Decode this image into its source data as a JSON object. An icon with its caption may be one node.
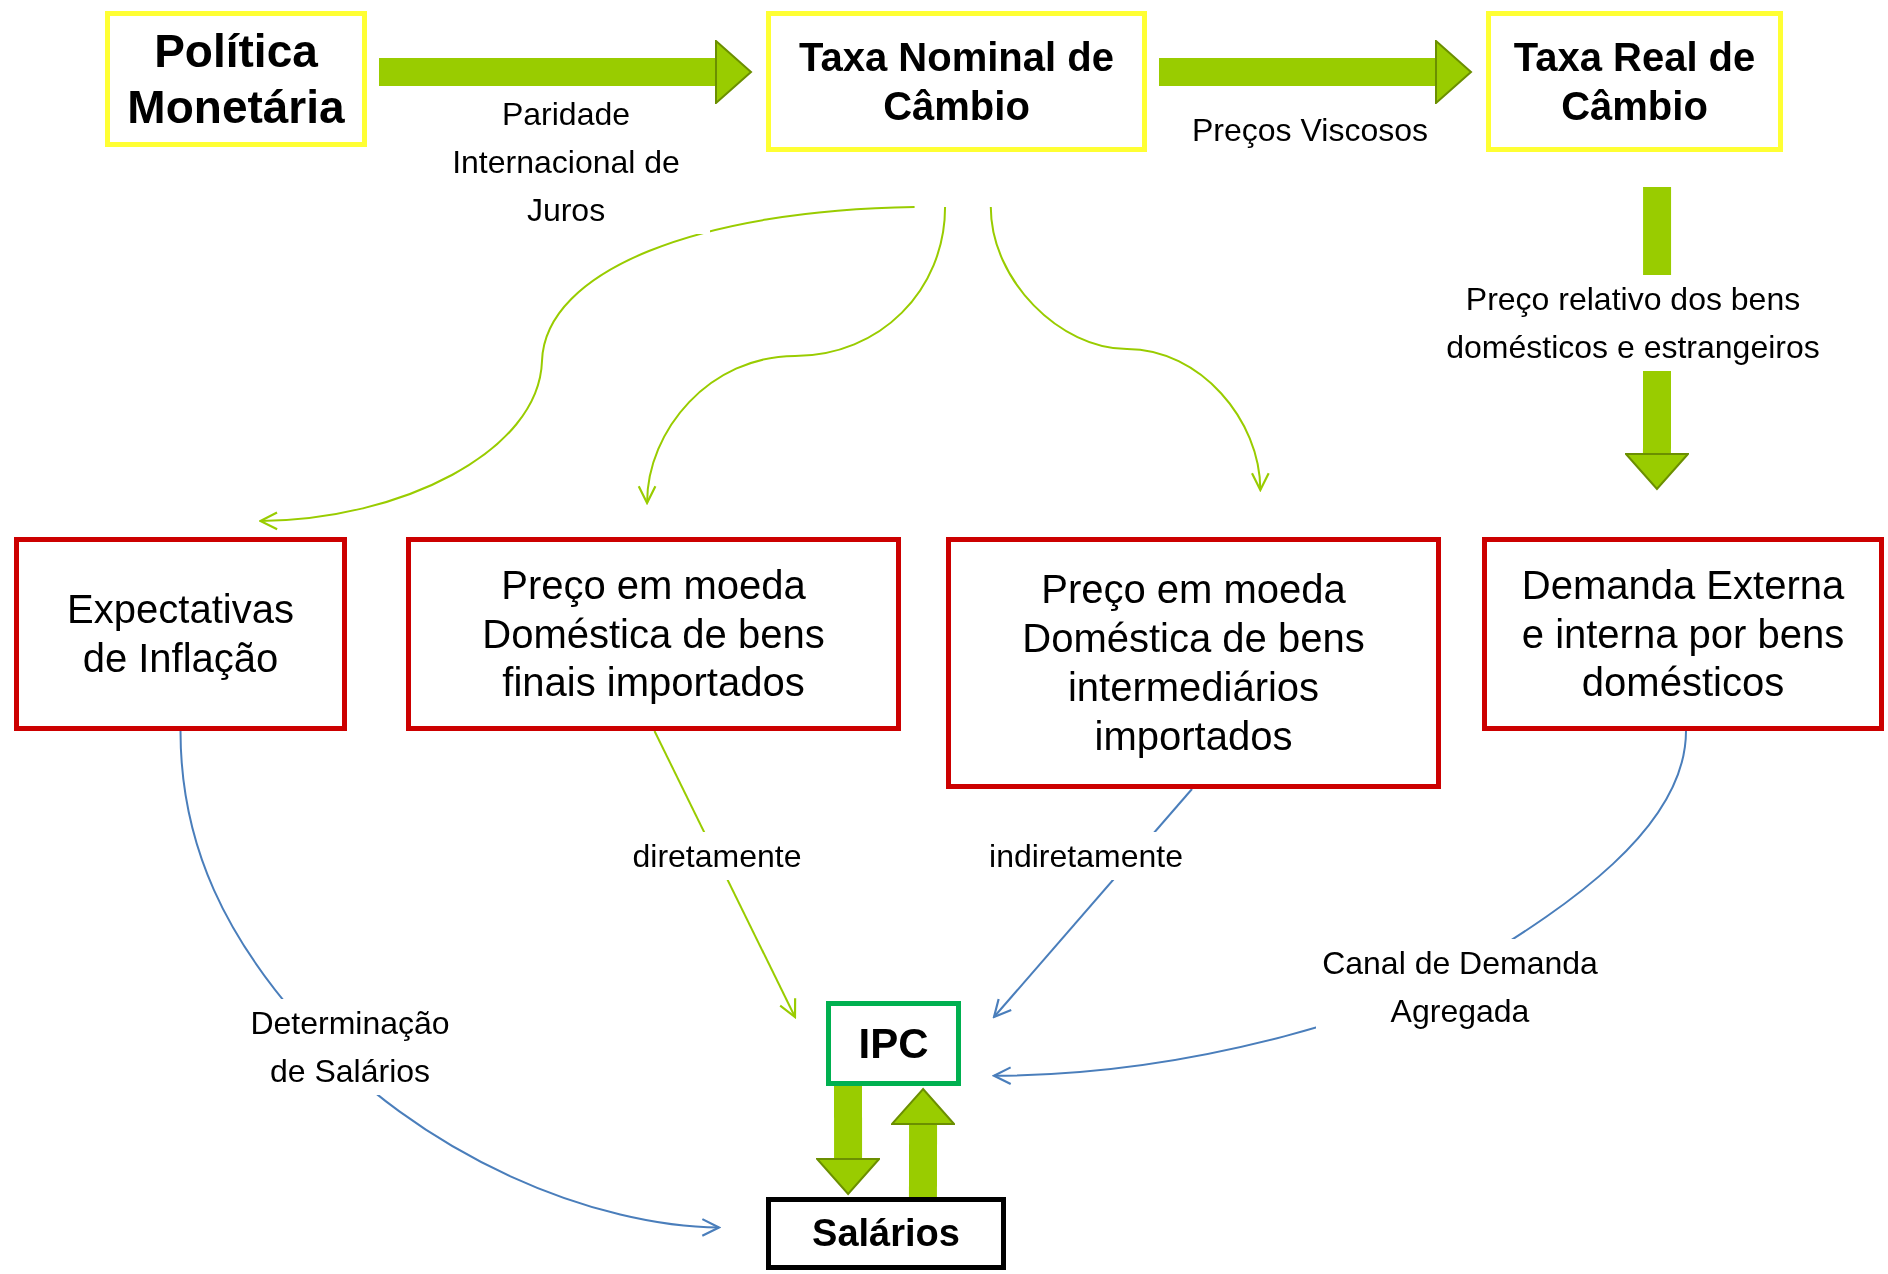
{
  "diagram": {
    "nodes": [
      {
        "text": [
          "Política Monetária"
        ]
      },
      {
        "text": [
          "Taxa Nominal de Câmbio"
        ]
      },
      {
        "text": [
          "Taxa Real de Câmbio"
        ]
      },
      {
        "text": [
          "Expectativas de Inflação"
        ]
      },
      {
        "text": [
          "Preço em moeda Doméstica de bens finais importados"
        ]
      },
      {
        "text": [
          "Preço em moeda Doméstica de bens intermediários importados"
        ]
      },
      {
        "text": [
          "Demanda Externa e interna por bens domésticos"
        ]
      },
      {
        "text": [
          "IPC"
        ]
      },
      {
        "text": [
          "Salários"
        ]
      }
    ],
    "edges": [
      {
        "from": 0,
        "to": 1,
        "arrow": "to",
        "label": "Paridade Internacional de Juros",
        "style": "thick"
      },
      {
        "from": 1,
        "to": 2,
        "arrow": "to",
        "label": "Preços Viscosos",
        "style": "thick"
      },
      {
        "from": 2,
        "to": 6,
        "arrow": "to",
        "label": "Preço relativo dos bens domésticos e estrangeiros",
        "style": "thick"
      },
      {
        "from": 1,
        "to": 3,
        "arrow": "to"
      },
      {
        "from": 1,
        "to": 4,
        "arrow": "to"
      },
      {
        "from": 1,
        "to": 5,
        "arrow": "to"
      },
      {
        "from": 4,
        "to": 7,
        "arrow": "to",
        "label": "diretamente"
      },
      {
        "from": 5,
        "to": 7,
        "arrow": "to",
        "label": "indiretamente",
        "color": "#4a7ebb"
      },
      {
        "from": 6,
        "to": 7,
        "arrow": "to",
        "label": "Canal de Demanda Agregada",
        "color": "#4a7ebb"
      },
      {
        "from": 3,
        "to": 8,
        "arrow": "to",
        "label": "Determinação de Salários",
        "color": "#4a7ebb"
      },
      {
        "from": 7,
        "to": 8,
        "arrow": "to",
        "style": "thick"
      },
      {
        "from": 8,
        "to": 7,
        "arrow": "to",
        "style": "thick"
      }
    ]
  }
}
